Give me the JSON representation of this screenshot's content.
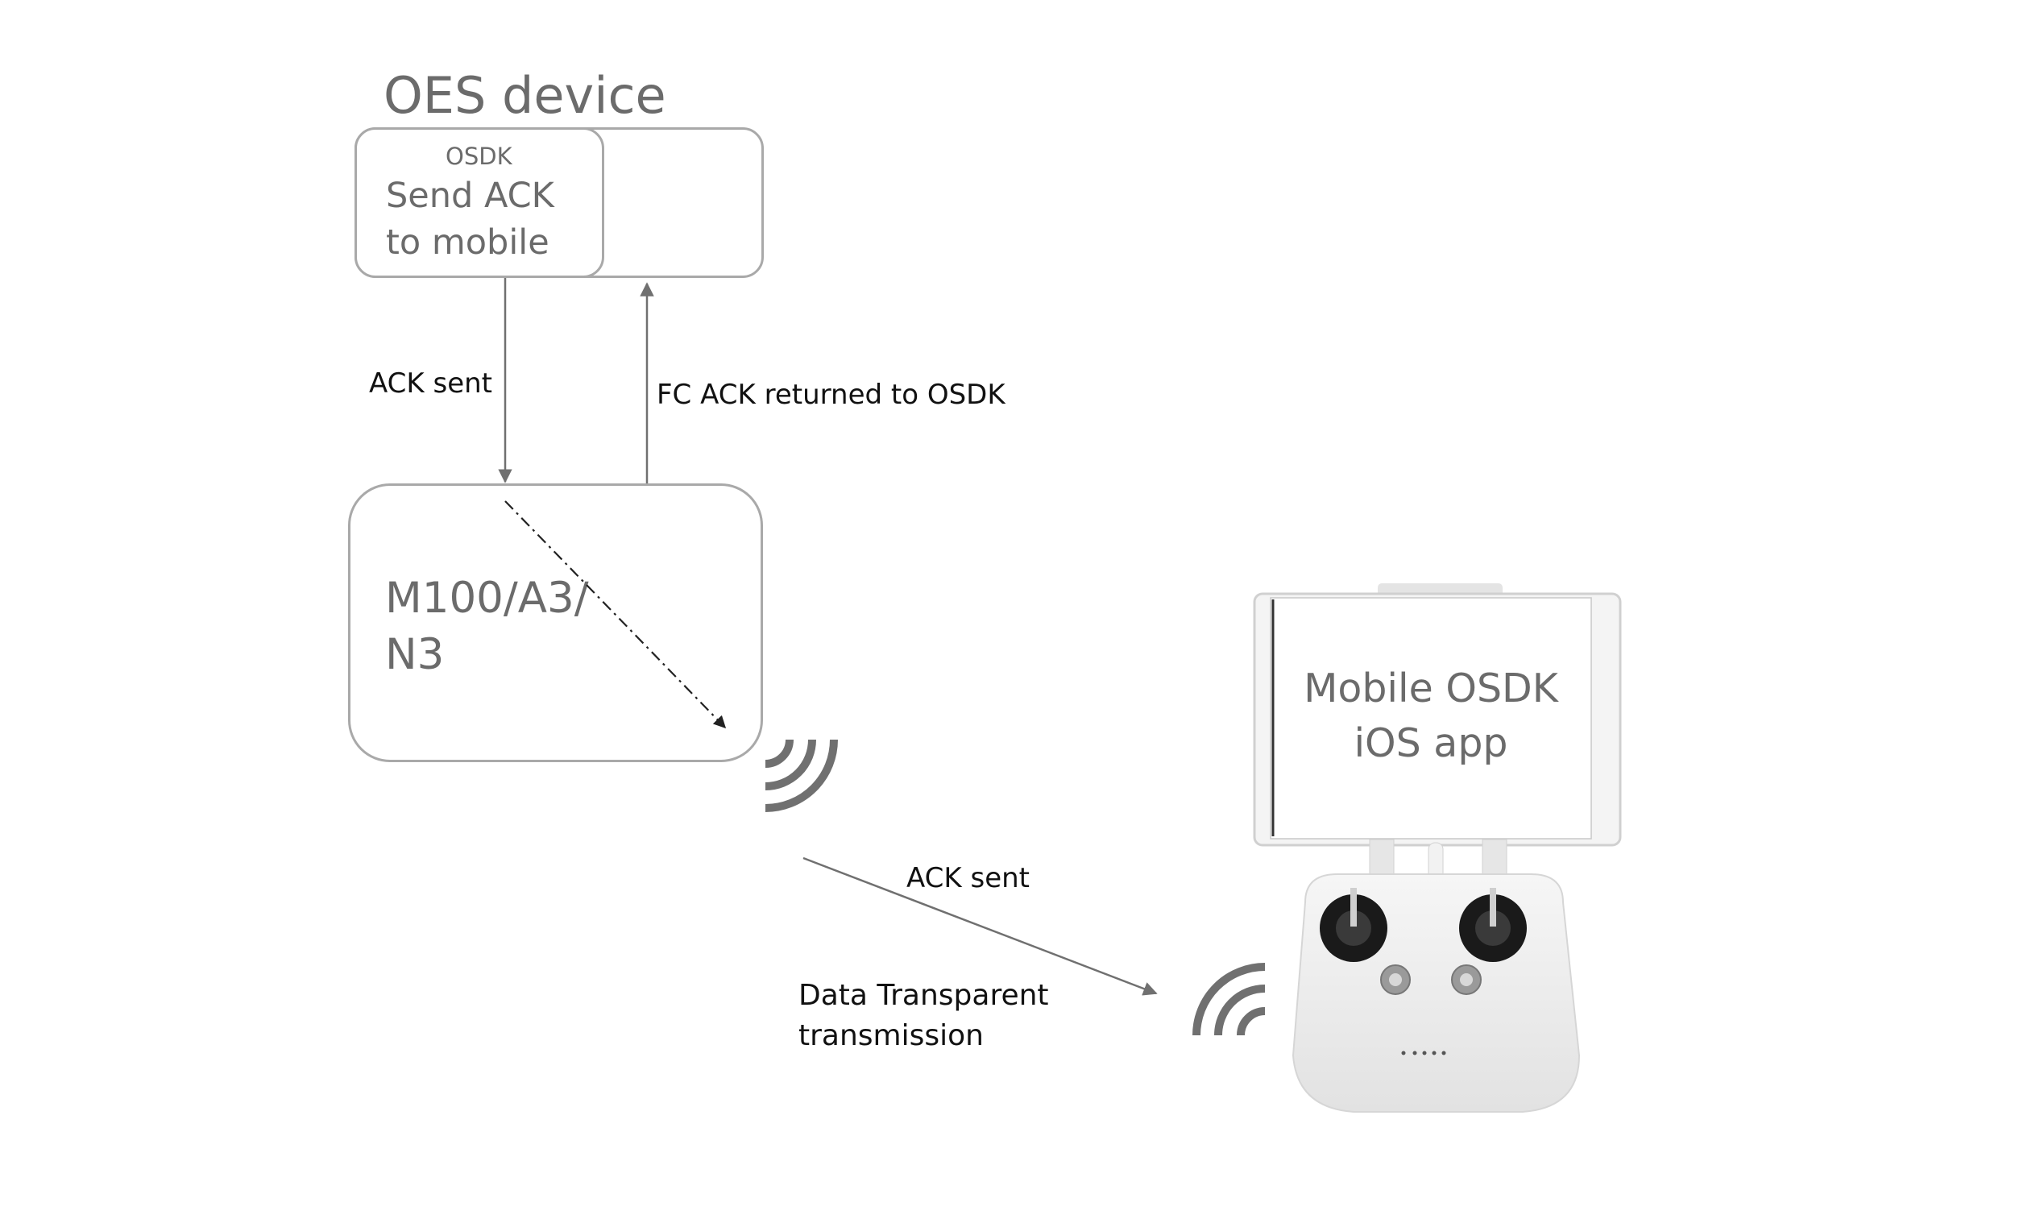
{
  "oes_device": {
    "title": "OES device",
    "osdk_label": "OSDK",
    "osdk_action_line1": "Send ACK",
    "osdk_action_line2": "to mobile"
  },
  "flight_controller": {
    "line1": "M100/A3/",
    "line2": "N3"
  },
  "mobile_device": {
    "line1": "Mobile OSDK",
    "line2": "iOS app"
  },
  "edges": {
    "osdk_to_fc": "ACK sent",
    "fc_to_osdk": "FC ACK returned to OSDK",
    "fc_to_mobile": "ACK sent",
    "transport_line1": "Data Transparent",
    "transport_line2": "transmission"
  },
  "colors": {
    "box_border": "#a9a9a9",
    "box_text": "#6b6b6b",
    "edge_label": "#111111",
    "arrow": "#707070",
    "wireless_icon": "#707070",
    "controller_body": "#eeeeee"
  }
}
